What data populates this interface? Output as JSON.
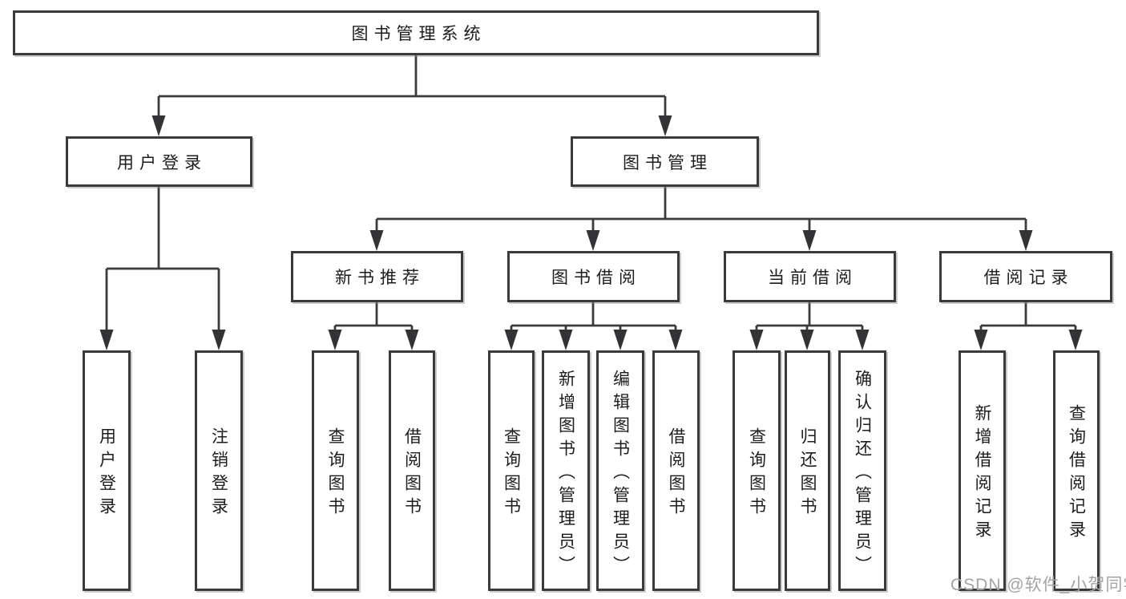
{
  "tree": {
    "label": "图书管理系统",
    "children": [
      {
        "label": "用户登录",
        "children": [
          {
            "label": "用户登录"
          },
          {
            "label": "注销登录"
          }
        ]
      },
      {
        "label": "图书管理",
        "children": [
          {
            "label": "新书推荐",
            "children": [
              {
                "label": "查询图书"
              },
              {
                "label": "借阅图书"
              }
            ]
          },
          {
            "label": "图书借阅",
            "children": [
              {
                "label": "查询图书"
              },
              {
                "label": "新增图书（管理员）"
              },
              {
                "label": "编辑图书（管理员）"
              },
              {
                "label": "借阅图书"
              }
            ]
          },
          {
            "label": "当前借阅",
            "children": [
              {
                "label": "查询图书"
              },
              {
                "label": "归还图书"
              },
              {
                "label": "确认归还（管理员）"
              }
            ]
          },
          {
            "label": "借阅记录",
            "children": [
              {
                "label": "新增借阅记录"
              },
              {
                "label": "查询借阅记录"
              }
            ]
          }
        ]
      }
    ]
  },
  "watermark": {
    "text": "CSDN @软件_小贺同学"
  },
  "colors": {
    "box_border": "#3a3a3c",
    "box_background": "#ffffff",
    "line": "#3b3b3d",
    "text": "#1c1c1c",
    "watermark": "#a3a3a3"
  }
}
